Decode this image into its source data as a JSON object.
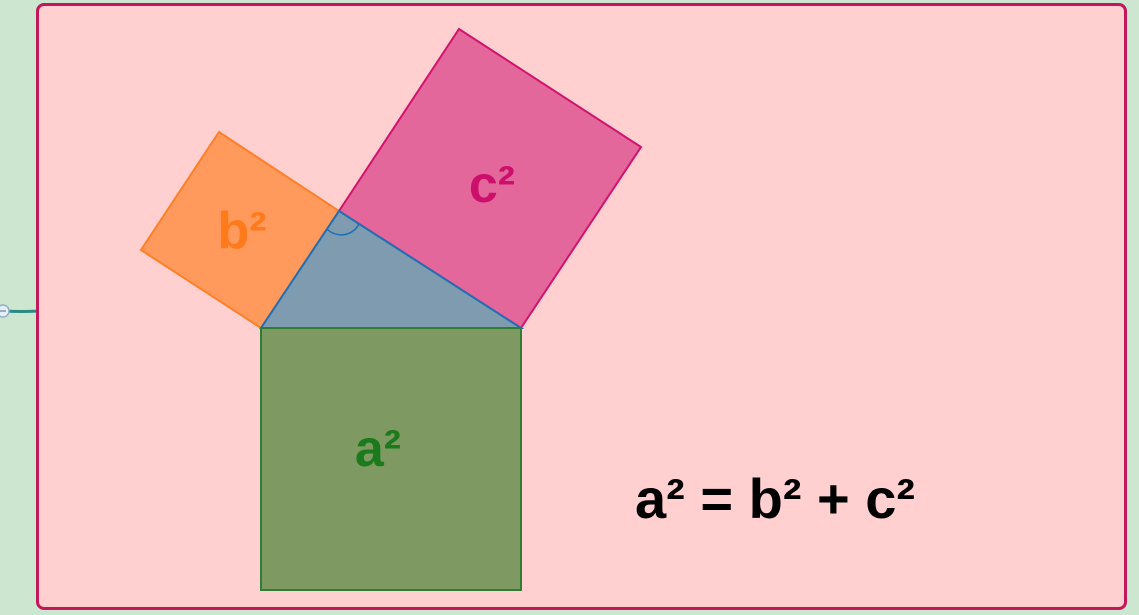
{
  "colors": {
    "page_background": "#cde6cf",
    "card_background": "#ffd0cf",
    "card_border": "#c2185b",
    "square_a_fill": "#7e9a62",
    "square_a_stroke": "#2e7d32",
    "square_a_text": "#1b7a1b",
    "square_b_fill": "#ff9a5c",
    "square_b_stroke": "#ff7f27",
    "square_b_text": "#ff7a1a",
    "square_c_fill": "#e4679b",
    "square_c_stroke": "#d1126e",
    "square_c_text": "#cc0f6b",
    "triangle_fill": "#7f9bb0",
    "triangle_stroke": "#1f6fb5",
    "formula_text": "#000000"
  },
  "diagram": {
    "label_a": "a²",
    "label_b": "b²",
    "label_c": "c²",
    "formula": "a² = b² + c²"
  }
}
